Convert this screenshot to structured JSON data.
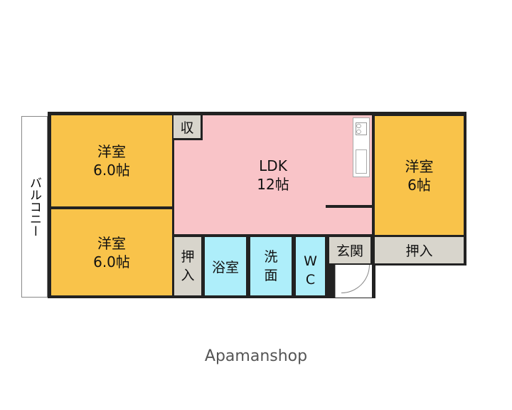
{
  "floorplan": {
    "balcony": "バルコニー",
    "rooms": [
      {
        "name": "洋室",
        "size": "6.0帖"
      },
      {
        "name": "洋室",
        "size": "6.0帖"
      },
      {
        "name": "LDK",
        "size": "12帖"
      },
      {
        "name": "洋室",
        "size": "6帖"
      }
    ],
    "storage_small": "収",
    "closet_left_1": "押",
    "closet_left_2": "入",
    "bath": "浴室",
    "washroom_1": "洗",
    "washroom_2": "面",
    "wc_1": "W",
    "wc_2": "C",
    "entrance": "玄関",
    "closet_right": "押入"
  },
  "brand": "Apamanshop",
  "colors": {
    "western_room": "#f9c34a",
    "ldk": "#f9c4c8",
    "storage": "#d8d5cc",
    "wet_area": "#aeeefa"
  }
}
